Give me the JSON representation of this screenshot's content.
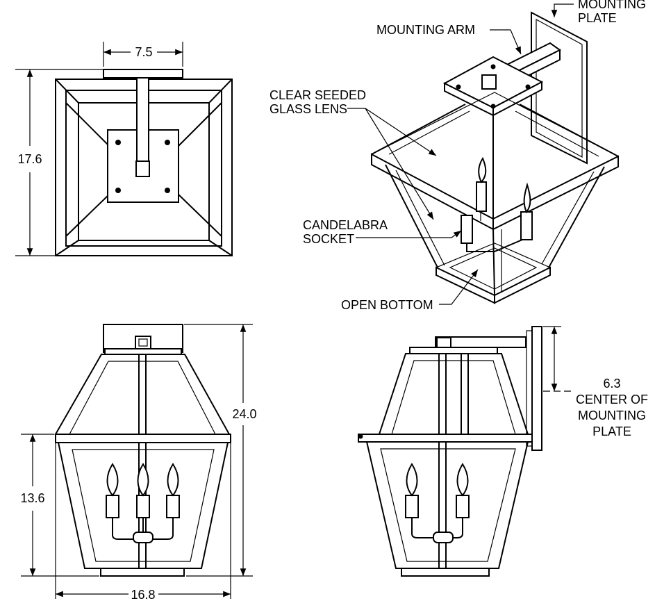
{
  "callouts": {
    "mounting_plate_line1": "MOUNTING",
    "mounting_plate_line2": "PLATE",
    "mounting_arm": "MOUNTING ARM",
    "glass_lens_line1": "CLEAR SEEDED",
    "glass_lens_line2": "GLASS LENS",
    "candelabra_line1": "CANDELABRA",
    "candelabra_line2": "SOCKET",
    "open_bottom": "OPEN BOTTOM"
  },
  "dimensions": {
    "top_width": "7.5",
    "top_depth": "17.6",
    "overall_height": "24.0",
    "body_height": "13.6",
    "overall_width": "16.8",
    "mount_center": "6.3",
    "mount_center_line1": "CENTER OF",
    "mount_center_line2": "MOUNTING",
    "mount_center_line3": "PLATE"
  }
}
